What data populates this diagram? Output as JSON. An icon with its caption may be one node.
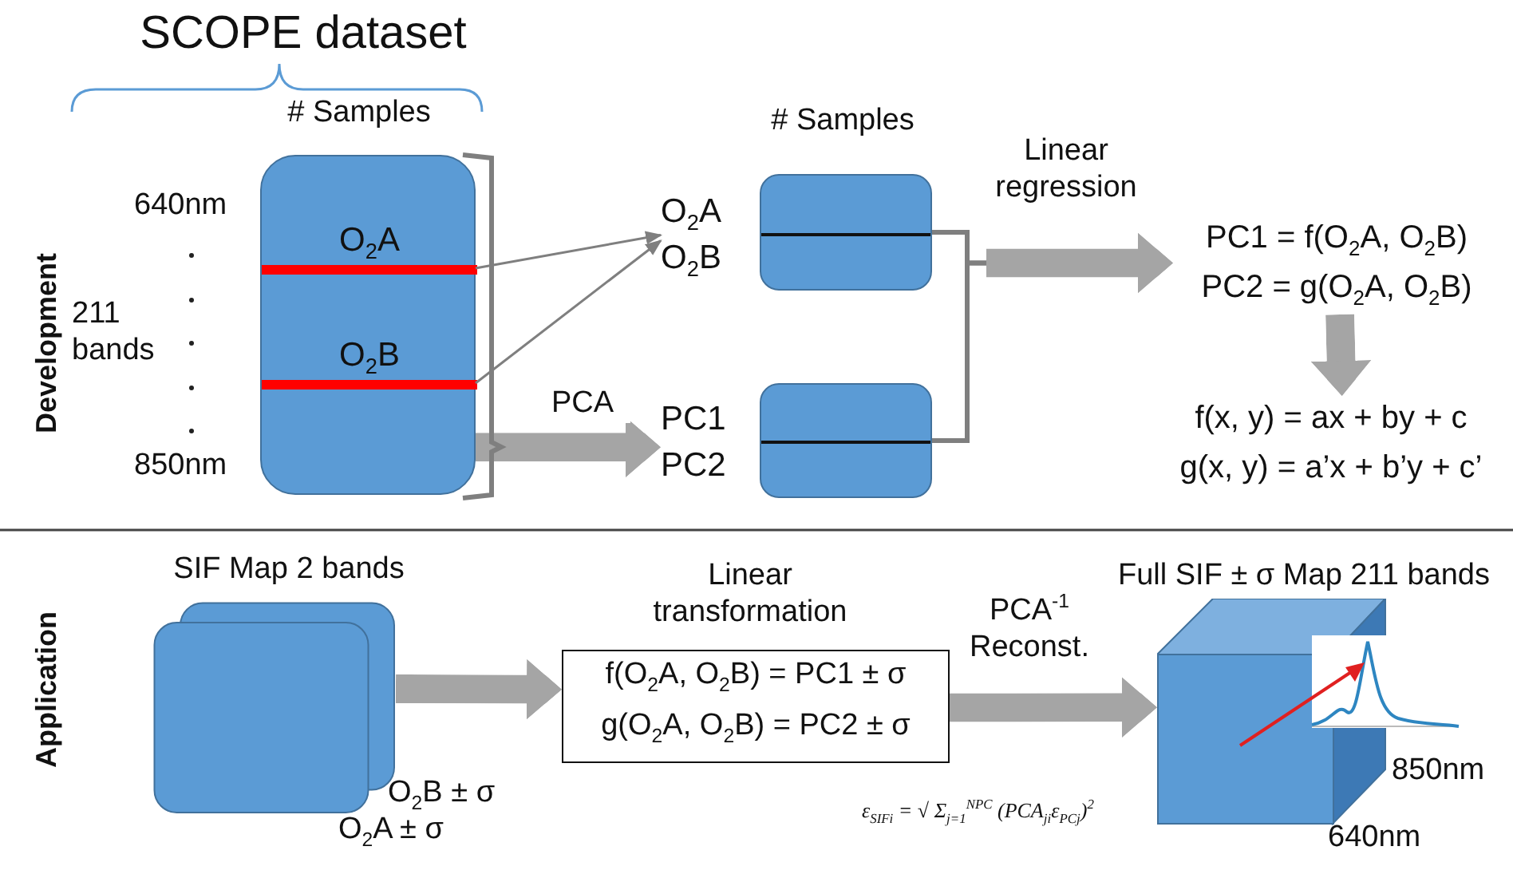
{
  "diagram": {
    "nodes": [
      {
        "text": [
          "O$_{2}$A",
          "O$_{2}$B"
        ],
        "beside": [
          "# Samples"
        ]
      },
      {
        "text": [],
        "shape": "bar",
        "in": 0
      },
      {
        "text": [],
        "shape": "bar",
        "in": 0
      },
      {
        "text": [
          "O$_{2}$A",
          "O$_{2}$B"
        ]
      },
      {
        "text": [
          "PC1",
          "PC2"
        ]
      },
      {
        "text": [],
        "shape": "box",
        "beside": [
          "# Samples"
        ]
      },
      {
        "text": [],
        "shape": "box"
      },
      {
        "text": [
          "PC1 = f(O$_{2}$A, O$_{2}$B)",
          "PC2 = g(O$_{2}$A, O$_{2}$B)"
        ]
      },
      {
        "text": [
          "f(x, y) = ax + by + c",
          "g(x, y) = a’x + b’y + c’"
        ]
      },
      {
        "text": [],
        "shape": "box",
        "beside": [
          "SIF Map 2 bands",
          "O$_{2}$B ± σ",
          "O$_{2}$A ± σ"
        ]
      },
      {
        "text": [
          "f(O$_{2}$A, O$_{2}$B) = PC1 ± σ",
          "g(O$_{2}$A, O$_{2}$B) = PC2 ± σ"
        ],
        "beside": [
          "Linear transformation"
        ]
      },
      {
        "text": [],
        "shape": "box",
        "beside": [
          "Full SIF ± σ Map 211 bands",
          "850nm",
          "640nm"
        ]
      }
    ],
    "edges": [
      {
        "from": 1,
        "to": 3,
        "arrow": "to"
      },
      {
        "from": 2,
        "to": 3,
        "arrow": "to"
      },
      {
        "from": 0,
        "to": 4,
        "arrow": "to",
        "label": "PCA"
      },
      {
        "from": 5,
        "to": 7,
        "arrow": "to",
        "label": "Linear regression"
      },
      {
        "from": 6,
        "to": 7,
        "arrow": "to"
      },
      {
        "from": 7,
        "to": 8,
        "arrow": "to"
      },
      {
        "from": 9,
        "to": 10,
        "arrow": "to"
      },
      {
        "from": 10,
        "to": 11,
        "arrow": "to",
        "label": "PCA$^{-1}$ Reconst."
      }
    ],
    "labels": [
      "SCOPE dataset",
      "640nm",
      "211 bands",
      "850nm",
      "Development",
      "Application",
      "ε$_{SIFi}$ = √ Σ$_{j=1}$$^{NPC}$ (PCA$_{ji}$ε$_{PCj}$)$^{2}$"
    ]
  }
}
